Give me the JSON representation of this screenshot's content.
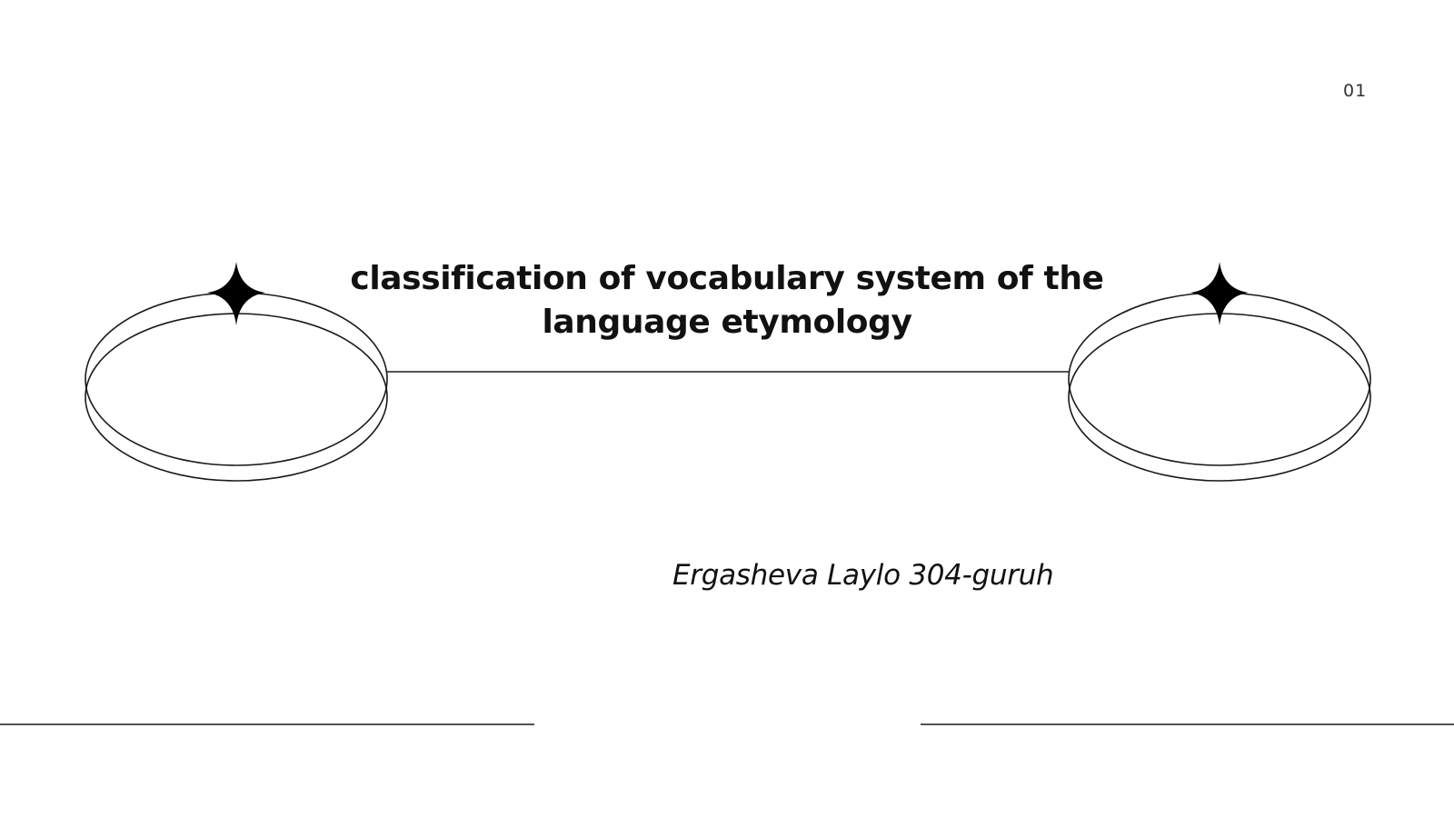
{
  "slide": {
    "number": "01",
    "title": "classification of vocabulary system of the language etymology",
    "author": "Ergasheva Laylo 304-guruh"
  }
}
